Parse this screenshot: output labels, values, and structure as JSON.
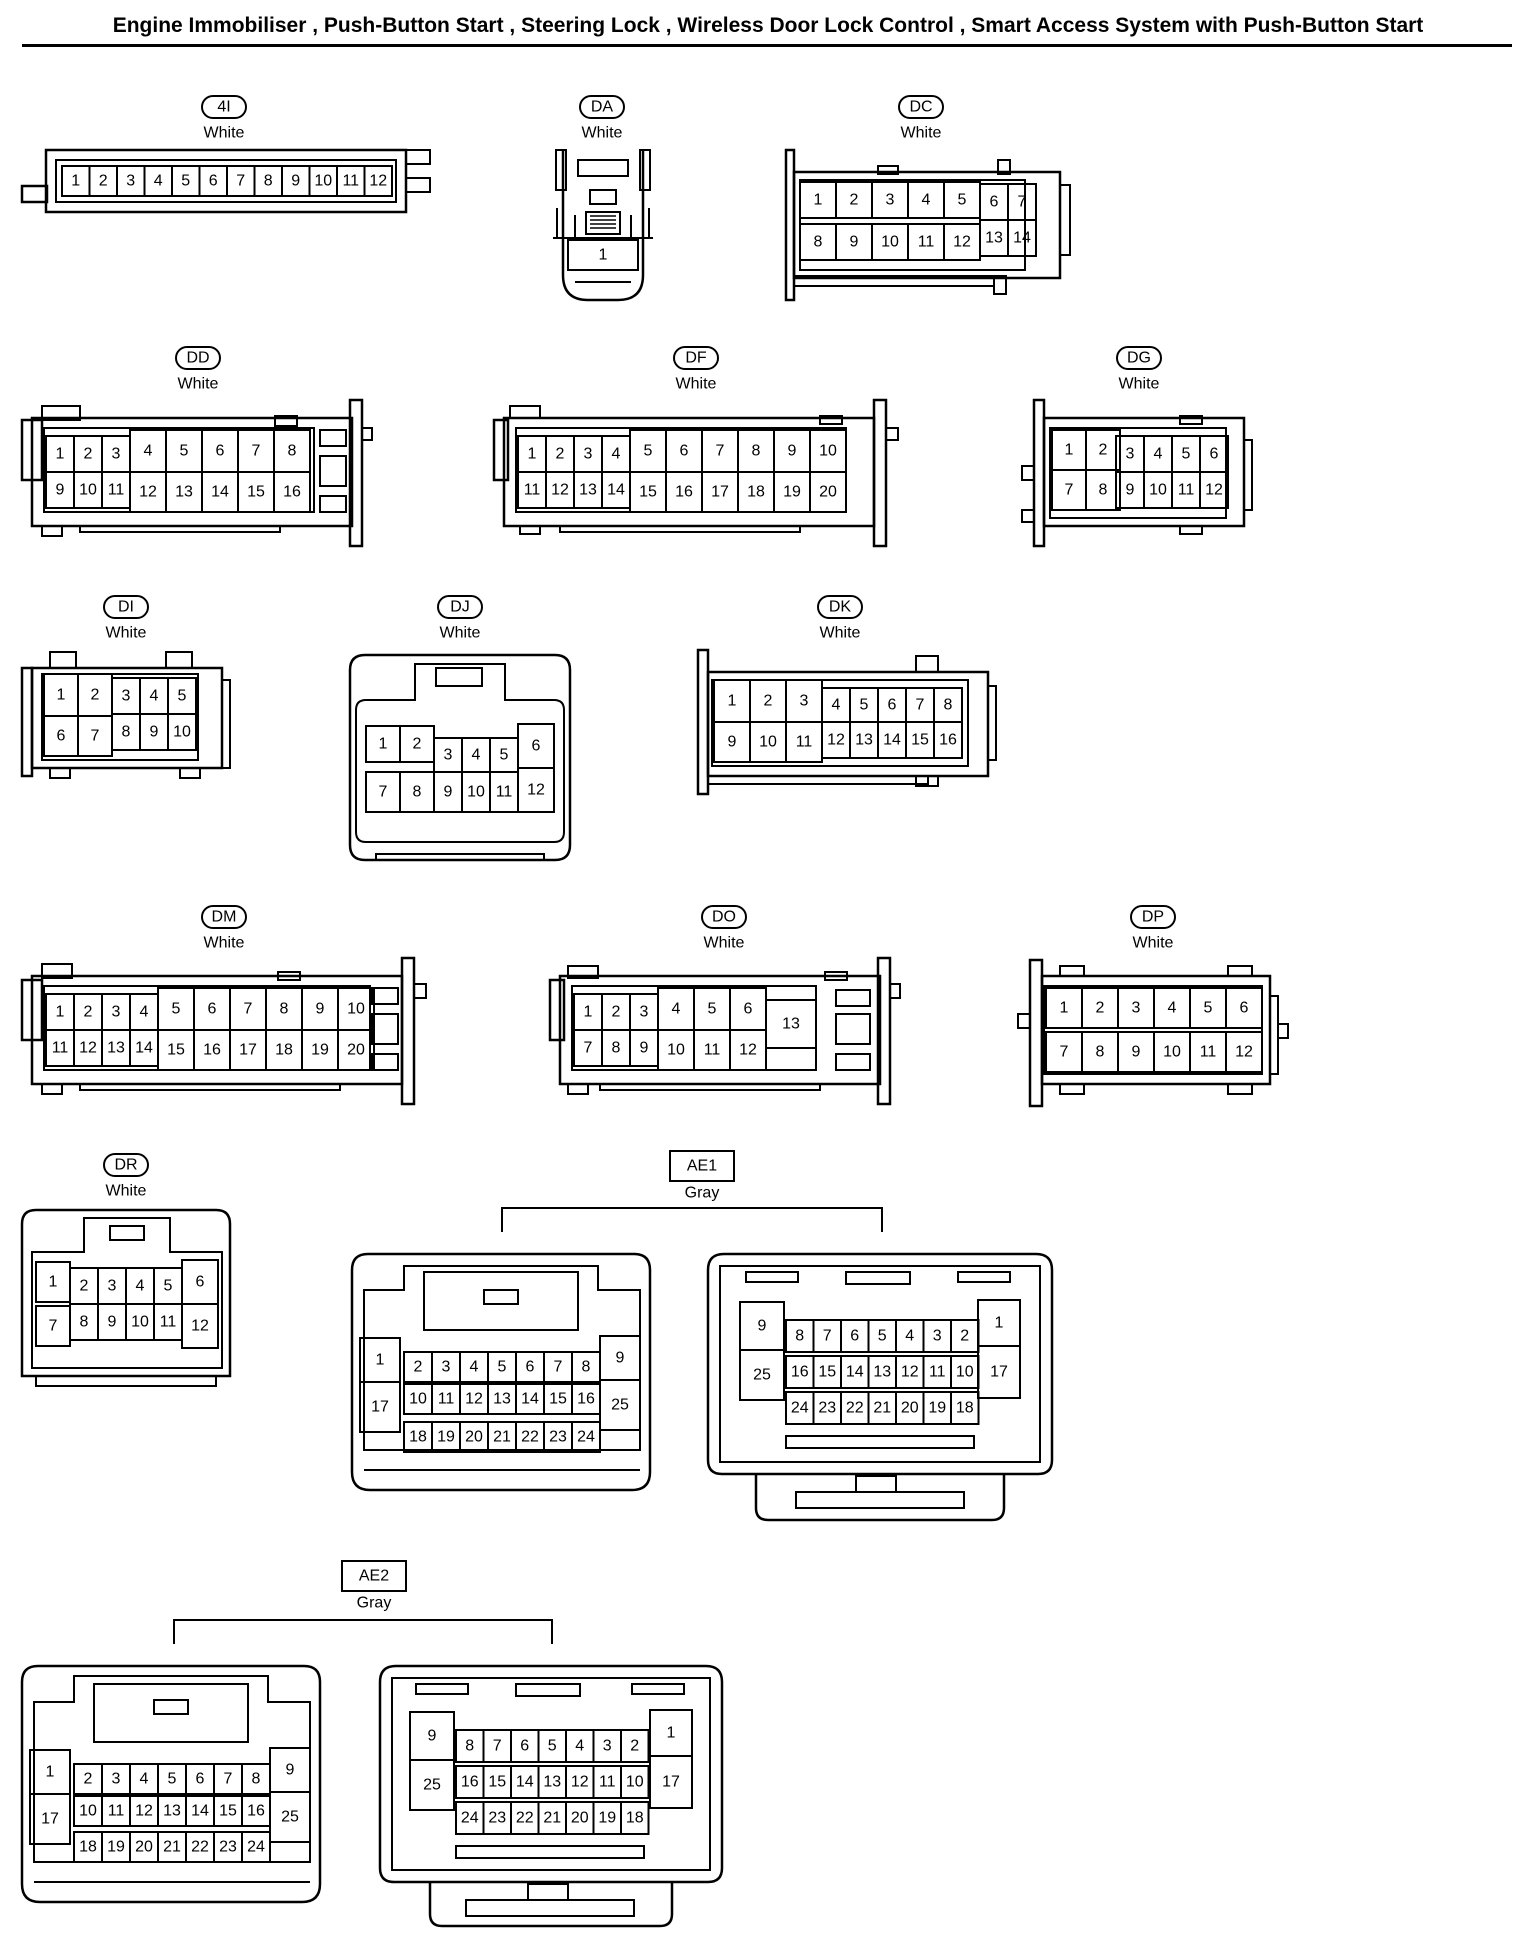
{
  "title": "Engine Immobiliser , Push-Button Start , Steering Lock , Wireless Door Lock Control , Smart Access System with Push-Button Start",
  "connectors": [
    {
      "id": "4I",
      "color": "White"
    },
    {
      "id": "DA",
      "color": "White"
    },
    {
      "id": "DC",
      "color": "White"
    },
    {
      "id": "DD",
      "color": "White"
    },
    {
      "id": "DF",
      "color": "White"
    },
    {
      "id": "DG",
      "color": "White"
    },
    {
      "id": "DI",
      "color": "White"
    },
    {
      "id": "DJ",
      "color": "White"
    },
    {
      "id": "DK",
      "color": "White"
    },
    {
      "id": "DM",
      "color": "White"
    },
    {
      "id": "DO",
      "color": "White"
    },
    {
      "id": "DP",
      "color": "White"
    },
    {
      "id": "DR",
      "color": "White"
    },
    {
      "id": "AE1",
      "color": "Gray"
    },
    {
      "id": "AE2",
      "color": "Gray"
    }
  ]
}
